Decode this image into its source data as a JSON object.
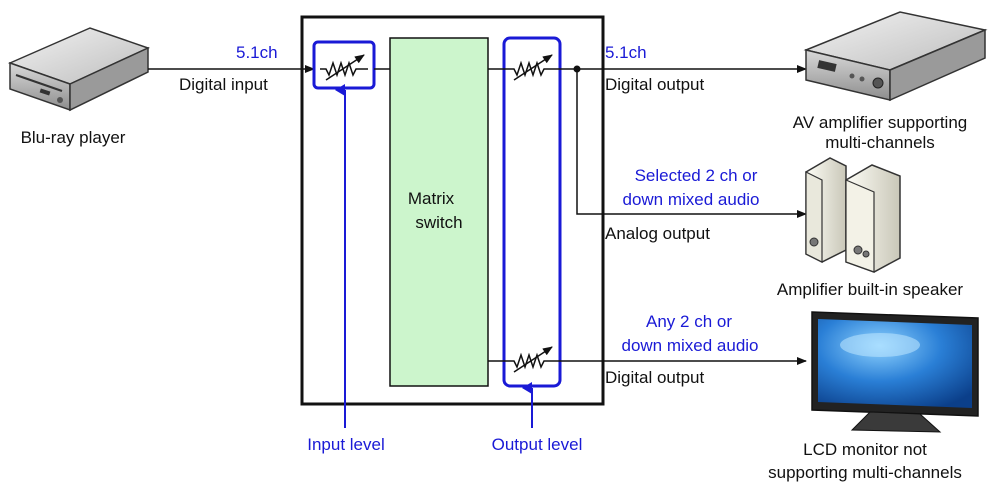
{
  "devices": {
    "source": {
      "label": "Blu-ray player"
    },
    "av_amp": {
      "label_line1": "AV amplifier supporting",
      "label_line2": "multi-channels"
    },
    "speaker": {
      "label": "Amplifier built-in speaker"
    },
    "monitor": {
      "label_line1": "LCD monitor not",
      "label_line2": "supporting multi-channels"
    }
  },
  "signals": {
    "input_channels": "5.1ch",
    "input_type": "Digital input",
    "output1_channels": "5.1ch",
    "output1_type": "Digital output",
    "output2_desc_line1": "Selected 2 ch or",
    "output2_desc_line2": "down mixed audio",
    "output2_type": "Analog output",
    "output3_desc_line1": "Any 2 ch or",
    "output3_desc_line2": "down mixed audio",
    "output3_type": "Digital output"
  },
  "processor": {
    "matrix_line1": "Matrix",
    "matrix_line2": "switch",
    "input_level_label": "Input level",
    "output_level_label": "Output level"
  },
  "colors": {
    "accent_blue": "#1a1ad6",
    "matrix_fill": "#ccf5cc",
    "line": "#111111"
  }
}
